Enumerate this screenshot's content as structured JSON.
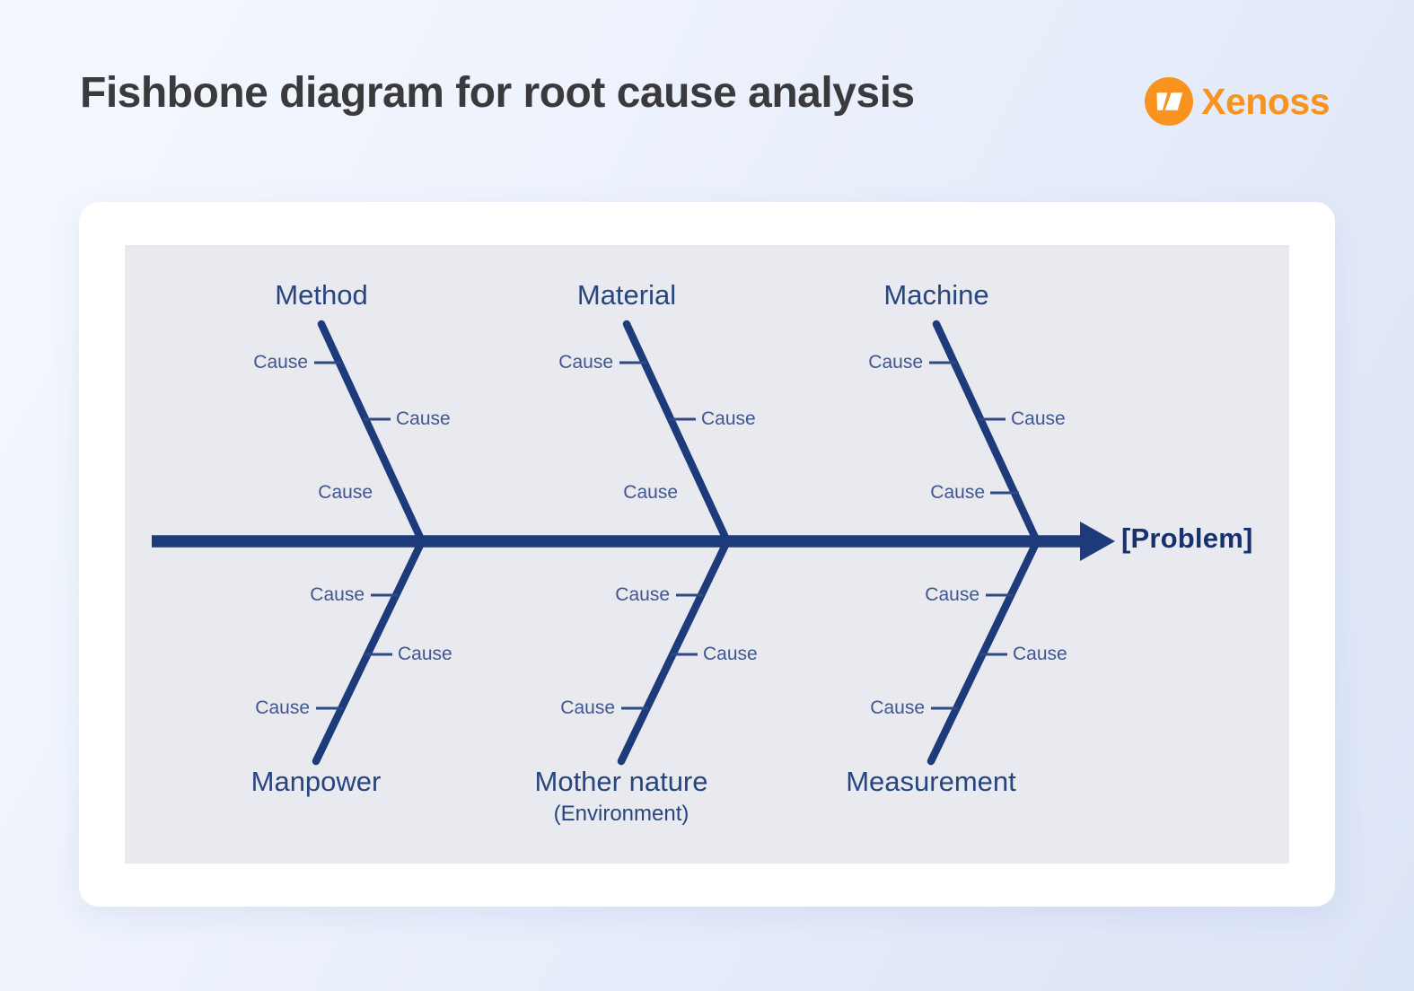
{
  "header": {
    "title": "Fishbone diagram for root cause analysis",
    "brand": "Xenoss"
  },
  "diagram": {
    "problem_label": "[Problem]",
    "top_branches": [
      {
        "label": "Method",
        "causes": [
          "Cause",
          "Cause",
          "Cause"
        ]
      },
      {
        "label": "Material",
        "causes": [
          "Cause",
          "Cause",
          "Cause"
        ]
      },
      {
        "label": "Machine",
        "causes": [
          "Cause",
          "Cause",
          "Cause"
        ]
      }
    ],
    "bottom_branches": [
      {
        "label": "Manpower",
        "causes": [
          "Cause",
          "Cause",
          "Cause"
        ]
      },
      {
        "label": "Mother nature",
        "sublabel": "(Environment)",
        "causes": [
          "Cause",
          "Cause",
          "Cause"
        ]
      },
      {
        "label": "Measurement",
        "causes": [
          "Cause",
          "Cause",
          "Cause"
        ]
      }
    ],
    "colors": {
      "bone": "#1D3B7A",
      "category_text": "#27457E",
      "cause_text": "#41568F",
      "problem_text": "#16316E",
      "brand_orange": "#F7931E",
      "panel_background": "#E8EAEF"
    }
  }
}
